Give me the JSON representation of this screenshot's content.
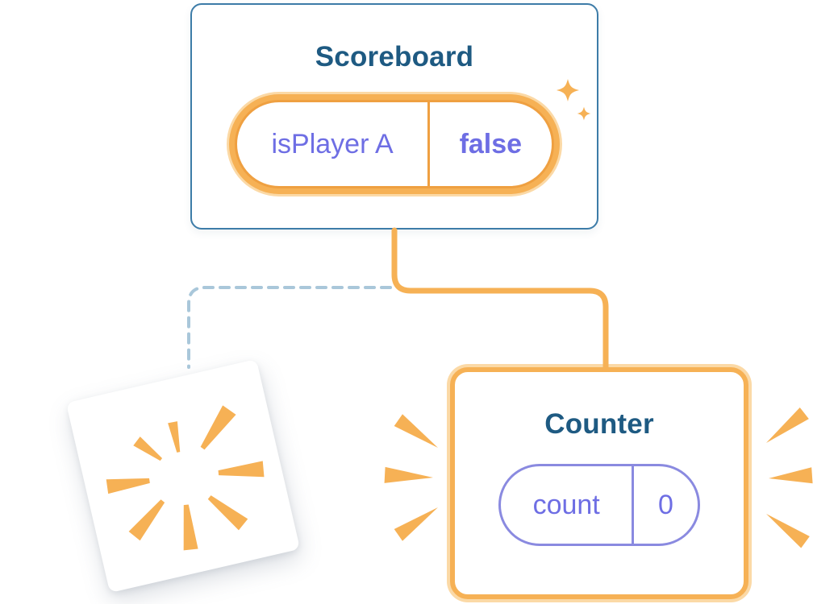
{
  "diagram": {
    "scoreboard": {
      "title": "Scoreboard",
      "state": {
        "name": "isPlayer A",
        "value": "false"
      }
    },
    "counter": {
      "title": "Counter",
      "state": {
        "name": "count",
        "value": "0"
      }
    }
  },
  "icons": {
    "sparkle": "four-point-star",
    "poof_burst": "radiating-wedges",
    "emphasis_rays": "radiating-triangles"
  },
  "colors": {
    "background": "#ffffff",
    "card_border_blue": "#3d7ca8",
    "title_blue": "#1e5a82",
    "orange": "#f6b155",
    "orange_deep": "#efa041",
    "orange_light": "#fbd9a6",
    "purple_text": "#6e6ee4",
    "purple_border": "#8a8ae0",
    "dashed_blue": "#a9c7da"
  }
}
